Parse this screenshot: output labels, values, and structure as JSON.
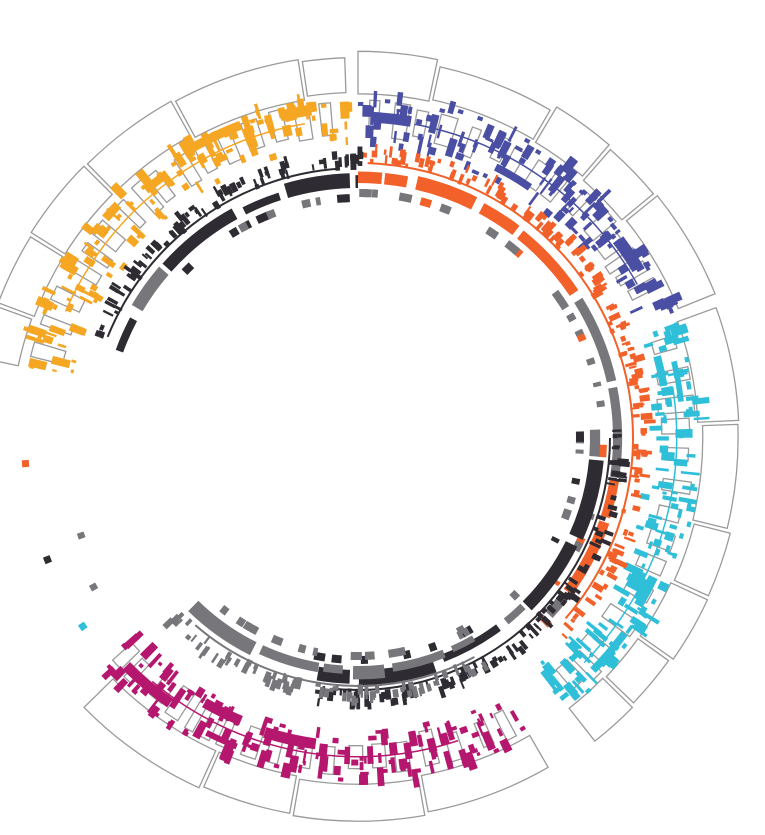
{
  "colors": {
    "yellow": "#f5a623",
    "blue": "#4a4fa3",
    "cyan": "#2fbfd8",
    "magenta": "#b5176e",
    "orange": "#f2612a",
    "dark": "#2e2b33",
    "grey": "#77777b",
    "outline": "#9a9a9a"
  },
  "groups": [
    {
      "name": "yellow",
      "color_key": "yellow",
      "start_deg": -78,
      "end_deg": -2
    },
    {
      "name": "blue",
      "color_key": "blue",
      "start_deg": 0,
      "end_deg": 68
    },
    {
      "name": "cyan",
      "color_key": "cyan",
      "start_deg": 70,
      "end_deg": 142
    },
    {
      "name": "magenta",
      "color_key": "magenta",
      "start_deg": 150,
      "end_deg": 228
    }
  ],
  "inner_rings": [
    {
      "name": "orange",
      "color_key": "orange",
      "start_deg": 0,
      "end_deg": 135
    },
    {
      "name": "dark-right",
      "color_key": "dark",
      "start_deg": 88,
      "end_deg": 190
    },
    {
      "name": "dark-left",
      "color_key": "dark",
      "start_deg": -70,
      "end_deg": 0
    },
    {
      "name": "grey-bottom",
      "color_key": "grey",
      "start_deg": 150,
      "end_deg": 225
    }
  ]
}
